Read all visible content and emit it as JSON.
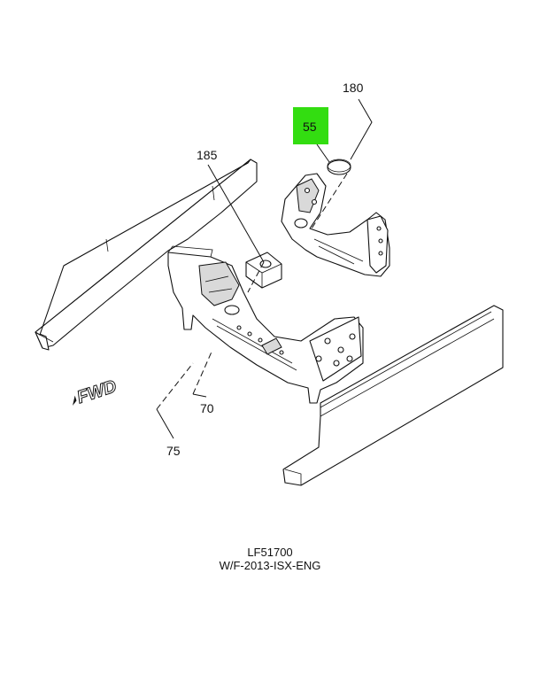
{
  "callouts": {
    "c180": "180",
    "c55": "55",
    "c185": "185",
    "c70": "70",
    "c75": "75"
  },
  "highlight_color": "#33dd11",
  "fwd_label": "FWD",
  "caption": {
    "line1": "LF51700",
    "line2": "W/F-2013-ISX-ENG"
  }
}
